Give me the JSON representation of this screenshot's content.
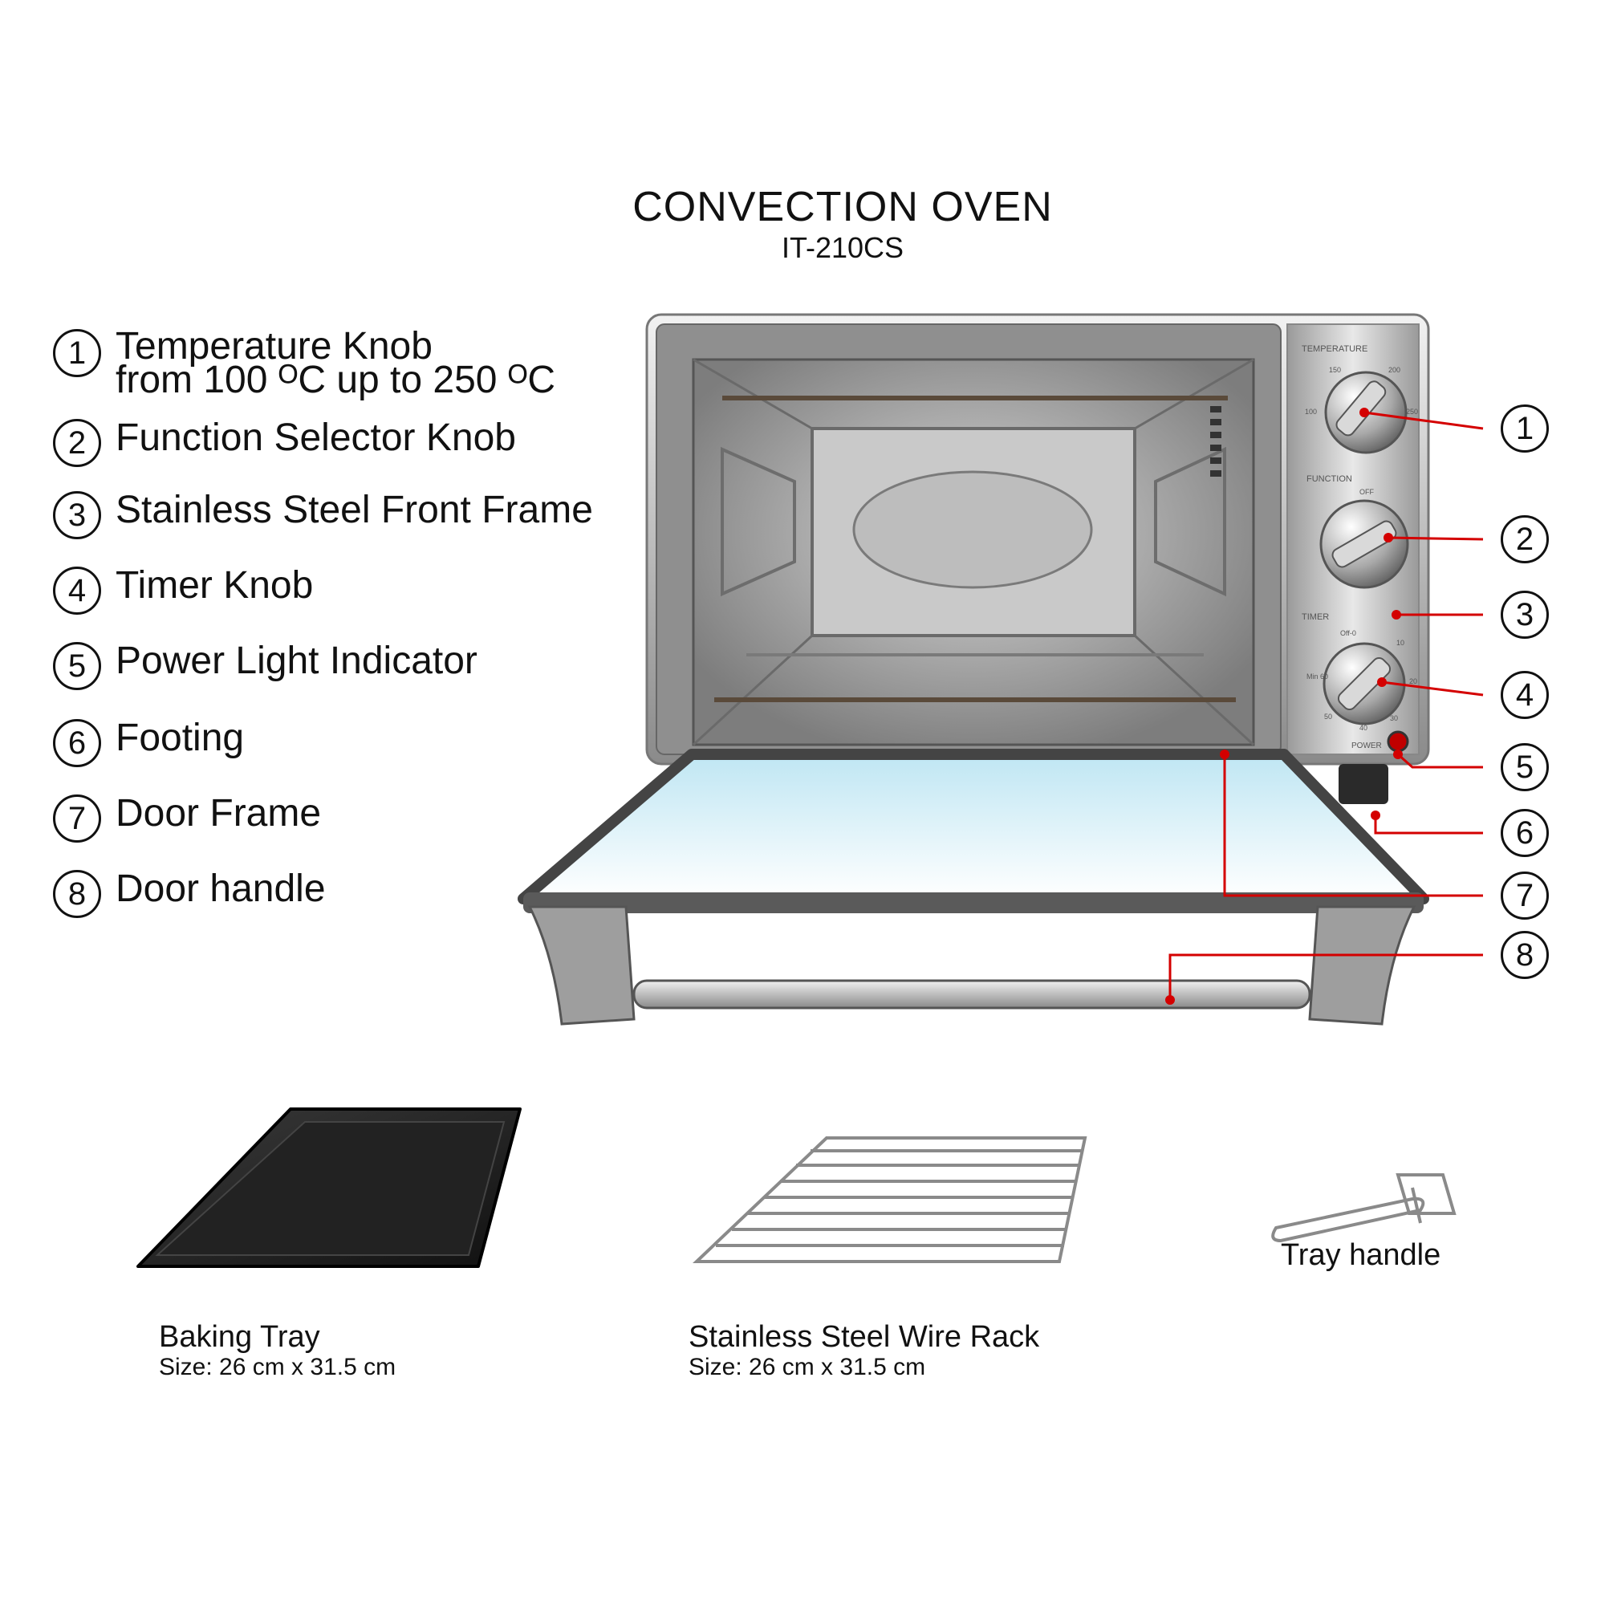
{
  "header": {
    "title": "CONVECTION OVEN",
    "model": "IT-210CS"
  },
  "legend": [
    {
      "num": "1",
      "label": "Temperature Knob",
      "sub": "from 100 ᴼC up to 250 ᴼC"
    },
    {
      "num": "2",
      "label": "Function Selector Knob"
    },
    {
      "num": "3",
      "label": "Stainless Steel Front Frame"
    },
    {
      "num": "4",
      "label": "Timer Knob"
    },
    {
      "num": "5",
      "label": "Power Light Indicator"
    },
    {
      "num": "6",
      "label": "Footing"
    },
    {
      "num": "7",
      "label": "Door Frame"
    },
    {
      "num": "8",
      "label": "Door handle"
    }
  ],
  "panel": {
    "temperature_label": "TEMPERATURE",
    "temp_marks": [
      "100",
      "150",
      "200",
      "250"
    ],
    "function_label": "FUNCTION",
    "function_off": "OFF",
    "timer_label": "TIMER",
    "timer_marks": [
      "Off-0",
      "10",
      "20",
      "30",
      "40",
      "50",
      "Min 60"
    ],
    "power_label": "POWER"
  },
  "callouts": [
    "1",
    "2",
    "3",
    "4",
    "5",
    "6",
    "7",
    "8"
  ],
  "accessories": {
    "baking_tray": {
      "label": "Baking Tray",
      "size": "Size: 26 cm x 31.5 cm"
    },
    "wire_rack": {
      "label": "Stainless Steel Wire Rack",
      "size": "Size: 26 cm x 31.5 cm"
    },
    "tray_handle": {
      "label": "Tray handle"
    }
  },
  "colors": {
    "leader_line": "#d40000",
    "steel_light": "#d6d6d6",
    "steel_dark": "#6e6e6e",
    "tray": "#1a1a1a",
    "power_light": "#c00000"
  }
}
